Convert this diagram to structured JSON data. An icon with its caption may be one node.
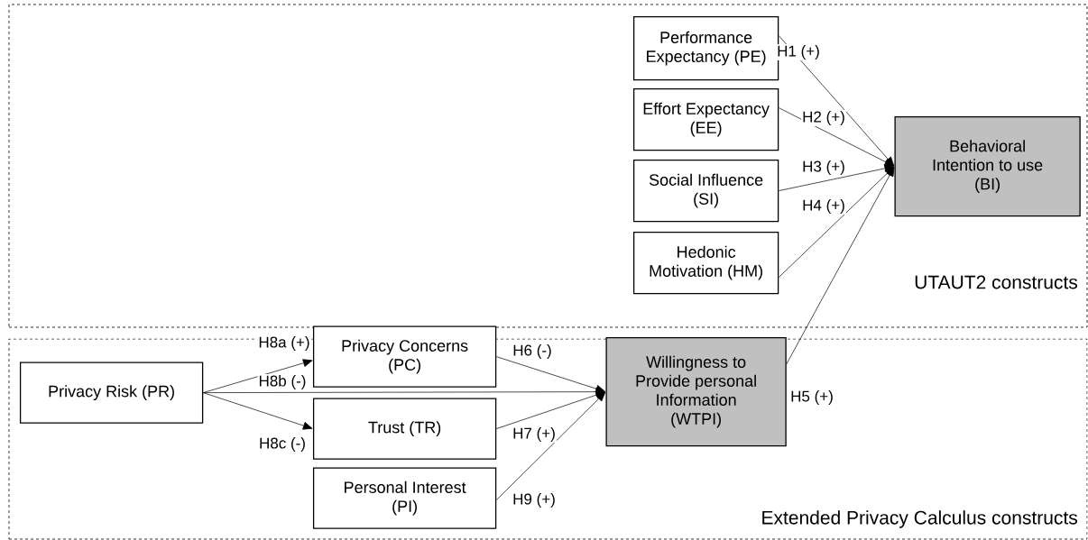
{
  "diagram": {
    "nodes": [
      {
        "text": [
          "UTAUT2 constructs"
        ]
      },
      {
        "text": [
          "Performance Expectancy (PE)"
        ],
        "in": 0
      },
      {
        "text": [
          "Effort Expectancy (EE)"
        ],
        "in": 0
      },
      {
        "text": [
          "Social Influence (SI)"
        ],
        "in": 0
      },
      {
        "text": [
          "Hedonic Motivation (HM)"
        ],
        "in": 0
      },
      {
        "text": [
          "Behavioral Intention to use (BI)"
        ],
        "in": 0
      },
      {
        "text": [
          "Extended Privacy Calculus constructs"
        ]
      },
      {
        "text": [
          "Privacy Risk (PR)"
        ],
        "in": 6
      },
      {
        "text": [
          "Privacy Concerns (PC)"
        ],
        "in": 6
      },
      {
        "text": [
          "Trust (TR)"
        ],
        "in": 6
      },
      {
        "text": [
          "Personal Interest (PI)"
        ],
        "in": 6
      },
      {
        "text": [
          "Willingness to Provide personal Information (WTPI)"
        ],
        "in": 6
      }
    ],
    "edges": [
      {
        "from": 1,
        "to": 5,
        "arrow": "to",
        "label": "H1 (+)"
      },
      {
        "from": 2,
        "to": 5,
        "arrow": "to",
        "label": "H2 (+)"
      },
      {
        "from": 3,
        "to": 5,
        "arrow": "to",
        "label": "H3 (+)"
      },
      {
        "from": 4,
        "to": 5,
        "arrow": "to",
        "label": "H4 (+)"
      },
      {
        "from": 11,
        "to": 5,
        "arrow": "to",
        "label": "H5 (+)"
      },
      {
        "from": 8,
        "to": 11,
        "arrow": "to",
        "label": "H6 (-)"
      },
      {
        "from": 9,
        "to": 11,
        "arrow": "to",
        "label": "H7 (+)"
      },
      {
        "from": 10,
        "to": 11,
        "arrow": "to",
        "label": "H9 (+)"
      },
      {
        "from": 7,
        "to": 8,
        "arrow": "to",
        "label": "H8a (+)"
      },
      {
        "from": 7,
        "to": 11,
        "arrow": "to",
        "label": "H8b (-)"
      },
      {
        "from": 7,
        "to": 9,
        "arrow": "to",
        "label": "H8c (-)"
      }
    ]
  }
}
